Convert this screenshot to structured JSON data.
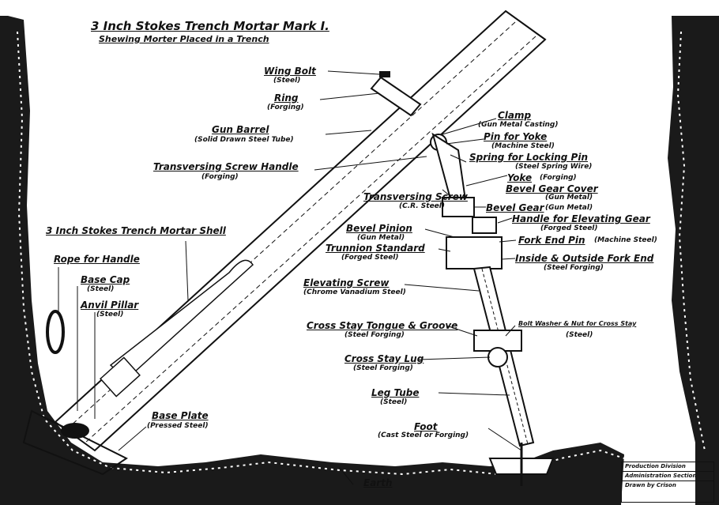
{
  "title": "3 Inch Stokes Trench Mortar Mark I.",
  "subtitle": "Shewing Morter Placed in a Trench",
  "labels": {
    "wing_bolt": {
      "name": "Wing Bolt",
      "material": "(Steel)"
    },
    "ring": {
      "name": "Ring",
      "material": "(Forging)"
    },
    "gun_barrel": {
      "name": "Gun Barrel",
      "material": "(Solid Drawn Steel Tube)"
    },
    "transversing_screw_handle": {
      "name": "Transversing Screw Handle",
      "material": "(Forging)"
    },
    "shell": {
      "name": "3 Inch Stokes Trench Mortar Shell"
    },
    "rope": {
      "name": "Rope for Handle"
    },
    "base_cap": {
      "name": "Base Cap",
      "material": "(Steel)"
    },
    "anvil_pillar": {
      "name": "Anvil Pillar",
      "material": "(Steel)"
    },
    "base_plate": {
      "name": "Base Plate",
      "material": "(Pressed Steel)"
    },
    "earth": {
      "name": "Earth"
    },
    "clamp": {
      "name": "Clamp",
      "material": "(Gun Metal Casting)"
    },
    "pin_yoke": {
      "name": "Pin for Yoke",
      "material": "(Machine Steel)"
    },
    "spring": {
      "name": "Spring for Locking Pin",
      "material": "(Steel Spring Wire)"
    },
    "yoke": {
      "name": "Yoke",
      "material": "(Forging)"
    },
    "transversing_screw": {
      "name": "Transversing Screw",
      "material": "(C.R. Steel)"
    },
    "bevel_gear_cover": {
      "name": "Bevel Gear Cover",
      "material": "(Gun Metal)"
    },
    "bevel_gear": {
      "name": "Bevel Gear",
      "material": "(Gun Metal)"
    },
    "handle_elevating": {
      "name": "Handle for Elevating Gear",
      "material": "(Forged Steel)"
    },
    "bevel_pinion": {
      "name": "Bevel Pinion",
      "material": "(Gun Metal)"
    },
    "fork_end_pin": {
      "name": "Fork End Pin",
      "material": "(Machine Steel)"
    },
    "trunnion": {
      "name": "Trunnion Standard",
      "material": "(Forged Steel)"
    },
    "fork_end": {
      "name": "Inside & Outside Fork End",
      "material": "(Steel Forging)"
    },
    "elevating_screw": {
      "name": "Elevating Screw",
      "material": "(Chrome Vanadium Steel)"
    },
    "cross_stay_tongue": {
      "name": "Cross Stay Tongue & Groove",
      "material": "(Steel Forging)"
    },
    "bolt_washer": {
      "name": "Bolt Washer & Nut for Cross Stay",
      "material": "(Steel)"
    },
    "cross_stay_lug": {
      "name": "Cross Stay Lug",
      "material": "(Steel Forging)"
    },
    "leg_tube": {
      "name": "Leg Tube",
      "material": "(Steel)"
    },
    "foot": {
      "name": "Foot",
      "material": "(Cast Steel or Forging)"
    }
  },
  "title_block": {
    "line1": "Production Division",
    "line2": "Administration Section",
    "line3": "Drawn by Crison"
  }
}
